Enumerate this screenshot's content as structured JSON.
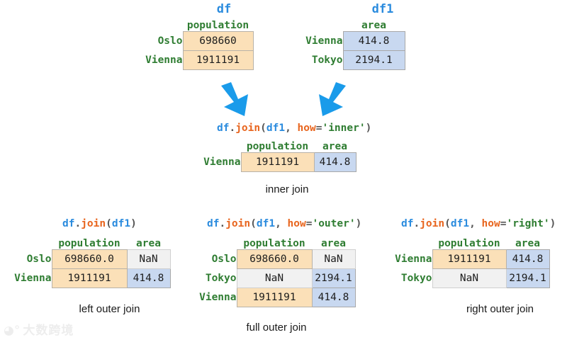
{
  "figure": {
    "title_left": "df",
    "title_right": "df1",
    "watermark": "大数跨境",
    "colors": {
      "name_blue": "#2a8bde",
      "func_orange": "#e8651e",
      "string_green": "#2f7d32",
      "header_green": "#2f7d32",
      "cell_orange": "#fbe0b8",
      "cell_blue": "#c8d8f0",
      "cell_nan": "#f1f1f1",
      "arrow_blue": "#1a9bea"
    }
  },
  "source_tables": {
    "df": {
      "name": "df",
      "columns": [
        "population"
      ],
      "index": [
        "Oslo",
        "Vienna"
      ],
      "rows": [
        [
          {
            "value": "698660",
            "fill": "orange"
          }
        ],
        [
          {
            "value": "1911191",
            "fill": "orange"
          }
        ]
      ]
    },
    "df1": {
      "name": "df1",
      "columns": [
        "area"
      ],
      "index": [
        "Vienna",
        "Tokyo"
      ],
      "rows": [
        [
          {
            "value": "414.8",
            "fill": "blue"
          }
        ],
        [
          {
            "value": "2194.1",
            "fill": "blue"
          }
        ]
      ]
    }
  },
  "joins": [
    {
      "id": "inner",
      "code": [
        {
          "t": "df",
          "c": "var"
        },
        {
          "t": ".",
          "c": "pun"
        },
        {
          "t": "join",
          "c": "fn"
        },
        {
          "t": "(",
          "c": "pun"
        },
        {
          "t": "df1",
          "c": "var"
        },
        {
          "t": ", ",
          "c": "pun"
        },
        {
          "t": "how",
          "c": "kw"
        },
        {
          "t": "=",
          "c": "pun"
        },
        {
          "t": "'inner'",
          "c": "str"
        },
        {
          "t": ")",
          "c": "pun"
        }
      ],
      "caption": "inner join",
      "columns": [
        "population",
        "area"
      ],
      "index": [
        "Vienna"
      ],
      "rows": [
        [
          {
            "value": "1911191",
            "fill": "orange"
          },
          {
            "value": "414.8",
            "fill": "blue"
          }
        ]
      ]
    },
    {
      "id": "left",
      "code": [
        {
          "t": "df",
          "c": "var"
        },
        {
          "t": ".",
          "c": "pun"
        },
        {
          "t": "join",
          "c": "fn"
        },
        {
          "t": "(",
          "c": "pun"
        },
        {
          "t": "df1",
          "c": "var"
        },
        {
          "t": ")",
          "c": "pun"
        }
      ],
      "caption": "left outer join",
      "columns": [
        "population",
        "area"
      ],
      "index": [
        "Oslo",
        "Vienna"
      ],
      "rows": [
        [
          {
            "value": "698660.0",
            "fill": "orange"
          },
          {
            "value": "NaN",
            "fill": "nan"
          }
        ],
        [
          {
            "value": "1911191",
            "fill": "orange"
          },
          {
            "value": "414.8",
            "fill": "blue"
          }
        ]
      ]
    },
    {
      "id": "outer",
      "code": [
        {
          "t": "df",
          "c": "var"
        },
        {
          "t": ".",
          "c": "pun"
        },
        {
          "t": "join",
          "c": "fn"
        },
        {
          "t": "(",
          "c": "pun"
        },
        {
          "t": "df1",
          "c": "var"
        },
        {
          "t": ", ",
          "c": "pun"
        },
        {
          "t": "how",
          "c": "kw"
        },
        {
          "t": "=",
          "c": "pun"
        },
        {
          "t": "'outer'",
          "c": "str"
        },
        {
          "t": ")",
          "c": "pun"
        }
      ],
      "caption": "full outer join",
      "columns": [
        "population",
        "area"
      ],
      "index": [
        "Oslo",
        "Tokyo",
        "Vienna"
      ],
      "rows": [
        [
          {
            "value": "698660.0",
            "fill": "orange"
          },
          {
            "value": "NaN",
            "fill": "nan"
          }
        ],
        [
          {
            "value": "NaN",
            "fill": "nan"
          },
          {
            "value": "2194.1",
            "fill": "blue"
          }
        ],
        [
          {
            "value": "1911191",
            "fill": "orange"
          },
          {
            "value": "414.8",
            "fill": "blue"
          }
        ]
      ]
    },
    {
      "id": "right",
      "code": [
        {
          "t": "df",
          "c": "var"
        },
        {
          "t": ".",
          "c": "pun"
        },
        {
          "t": "join",
          "c": "fn"
        },
        {
          "t": "(",
          "c": "pun"
        },
        {
          "t": "df1",
          "c": "var"
        },
        {
          "t": ", ",
          "c": "pun"
        },
        {
          "t": "how",
          "c": "kw"
        },
        {
          "t": "=",
          "c": "pun"
        },
        {
          "t": "'right'",
          "c": "str"
        },
        {
          "t": ")",
          "c": "pun"
        }
      ],
      "caption": "right outer join",
      "columns": [
        "population",
        "area"
      ],
      "index": [
        "Vienna",
        "Tokyo"
      ],
      "rows": [
        [
          {
            "value": "1911191",
            "fill": "orange"
          },
          {
            "value": "414.8",
            "fill": "blue"
          }
        ],
        [
          {
            "value": "NaN",
            "fill": "nan"
          },
          {
            "value": "2194.1",
            "fill": "blue"
          }
        ]
      ]
    }
  ],
  "arrows": [
    {
      "name": "arrow-df-to-inner",
      "direction": "down-right"
    },
    {
      "name": "arrow-df1-to-inner",
      "direction": "down-left"
    }
  ]
}
